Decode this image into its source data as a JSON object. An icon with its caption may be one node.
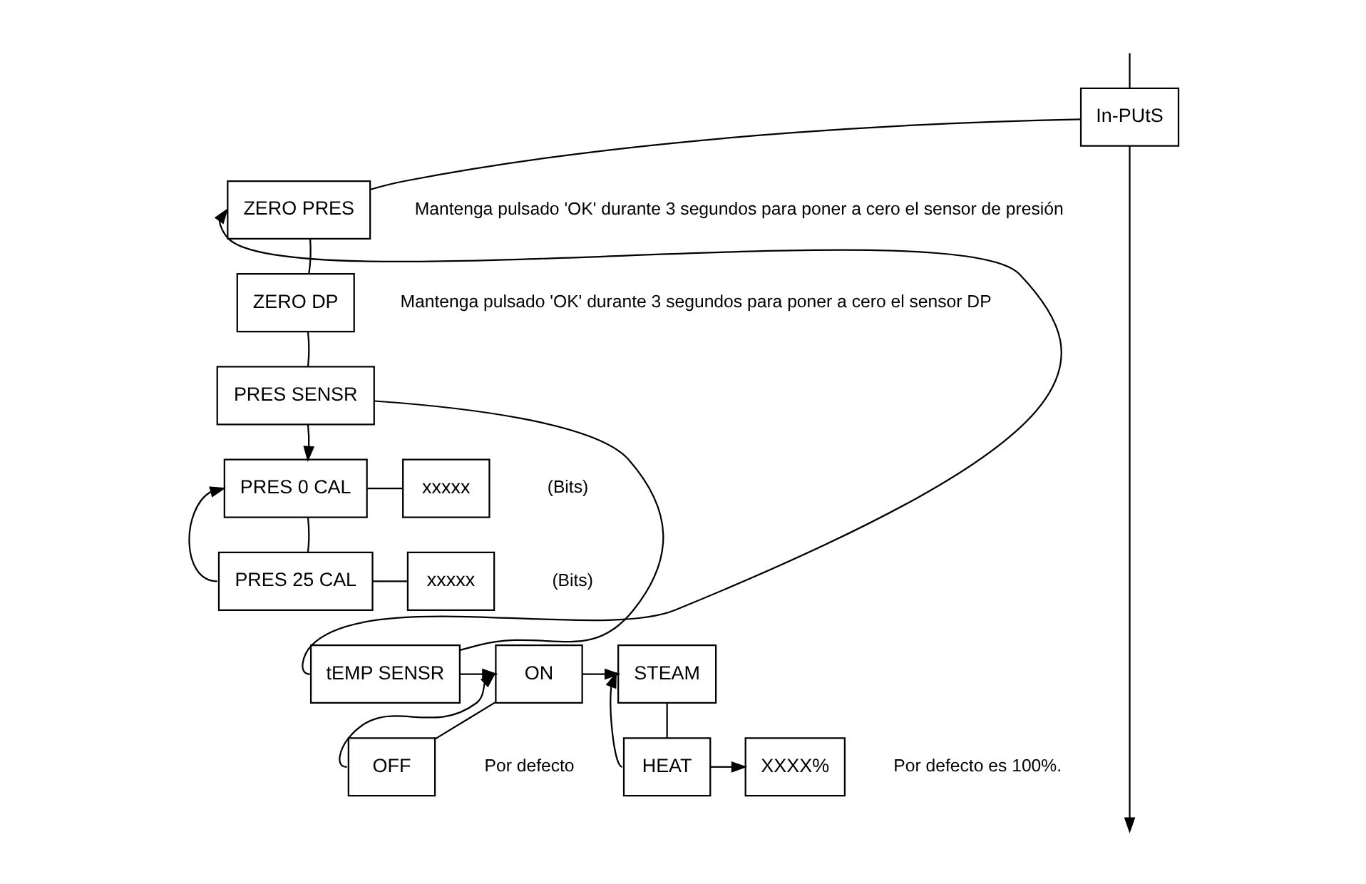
{
  "diagram": {
    "nodes": [
      {
        "text": [
          "In-PUtS"
        ]
      },
      {
        "text": [
          "ZERO PRES"
        ],
        "beside": [
          "Mantenga pulsado 'OK' durante 3 segundos para poner a cero el sensor de presión"
        ]
      },
      {
        "text": [
          "ZERO DP"
        ],
        "beside": [
          "Mantenga pulsado 'OK' durante 3 segundos para poner a cero el sensor DP"
        ]
      },
      {
        "text": [
          "PRES SENSR"
        ]
      },
      {
        "text": [
          "PRES 0 CAL"
        ]
      },
      {
        "text": [
          "xxxxx"
        ],
        "beside": [
          "(Bits)"
        ]
      },
      {
        "text": [
          "PRES 25 CAL"
        ]
      },
      {
        "text": [
          "xxxxx"
        ],
        "beside": [
          "(Bits)"
        ]
      },
      {
        "text": [
          "tEMP SENSR"
        ]
      },
      {
        "text": [
          "ON"
        ]
      },
      {
        "text": [
          "OFF"
        ],
        "beside": [
          "Por defecto"
        ]
      },
      {
        "text": [
          "STEAM"
        ]
      },
      {
        "text": [
          "HEAT"
        ]
      },
      {
        "text": [
          "XXXX%"
        ],
        "beside": [
          "Por defecto es 100%."
        ]
      }
    ],
    "edges": [
      {
        "from": 0,
        "to": null,
        "arrow": "to"
      },
      {
        "from": null,
        "to": 0,
        "arrow": "none"
      },
      {
        "from": 0,
        "to": 1,
        "arrow": "none"
      },
      {
        "from": 1,
        "to": 2,
        "arrow": "none"
      },
      {
        "from": 2,
        "to": 3,
        "arrow": "none"
      },
      {
        "from": 3,
        "to": 8,
        "arrow": "none"
      },
      {
        "from": 8,
        "to": 1,
        "arrow": "to"
      },
      {
        "from": 3,
        "to": 4,
        "arrow": "to"
      },
      {
        "from": 4,
        "to": 5,
        "arrow": "none"
      },
      {
        "from": 4,
        "to": 6,
        "arrow": "none"
      },
      {
        "from": 6,
        "to": 7,
        "arrow": "none"
      },
      {
        "from": 6,
        "to": 4,
        "arrow": "to"
      },
      {
        "from": 8,
        "to": 9,
        "arrow": "to"
      },
      {
        "from": 9,
        "to": 10,
        "arrow": "none"
      },
      {
        "from": 10,
        "to": 9,
        "arrow": "to"
      },
      {
        "from": 9,
        "to": 11,
        "arrow": "to"
      },
      {
        "from": 11,
        "to": 12,
        "arrow": "none"
      },
      {
        "from": 12,
        "to": 11,
        "arrow": "to"
      },
      {
        "from": 12,
        "to": 13,
        "arrow": "to"
      }
    ]
  }
}
